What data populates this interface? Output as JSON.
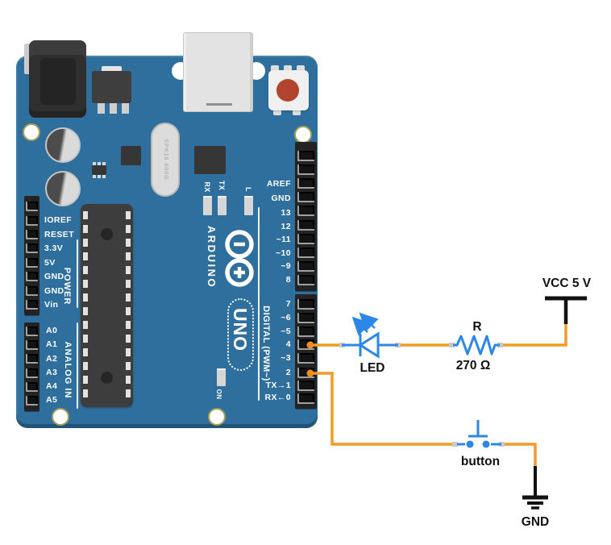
{
  "board": {
    "name": "Arduino Uno",
    "logo_text": "ARDUINO",
    "model_text": "UNO",
    "on_label": "ON",
    "led_labels": {
      "rx": "RX",
      "tx": "TX",
      "l": "L"
    },
    "crystal_text": "SPK16 000G",
    "power_section_label": "POWER",
    "analog_section_label": "ANALOG IN",
    "digital_section_label": "DIGITAL (PWM~)",
    "power_pins": [
      "IOREF",
      "RESET",
      "3.3V",
      "5V",
      "GND",
      "GND",
      "Vin"
    ],
    "analog_pins": [
      "A0",
      "A1",
      "A2",
      "A3",
      "A4",
      "A5"
    ],
    "digital_top_pins": [
      "AREF",
      "GND",
      "13",
      "12",
      "~11",
      "~10",
      "~9",
      "8"
    ],
    "digital_bottom_pins": [
      "7",
      "~6",
      "~5",
      "4",
      "~3",
      "2",
      "TX→1",
      "RX←0"
    ]
  },
  "circuit": {
    "led_label": "LED",
    "resistor_name": "R",
    "resistor_value": "270 Ω",
    "vcc_label": "VCC 5 V",
    "button_label": "button",
    "gnd_label": "GND",
    "connections": [
      {
        "from": "digital pin 4",
        "through": "LED, resistor R 270 Ω",
        "to": "VCC 5 V"
      },
      {
        "from": "digital pin 2",
        "through": "button",
        "to": "GND"
      }
    ]
  },
  "colors": {
    "board_blue": "#2e6f9e",
    "wire_orange": "#f59a23",
    "schematic_blue": "#2b87e8",
    "symbol_black": "#111111",
    "reset_button_red": "#b2432e"
  }
}
